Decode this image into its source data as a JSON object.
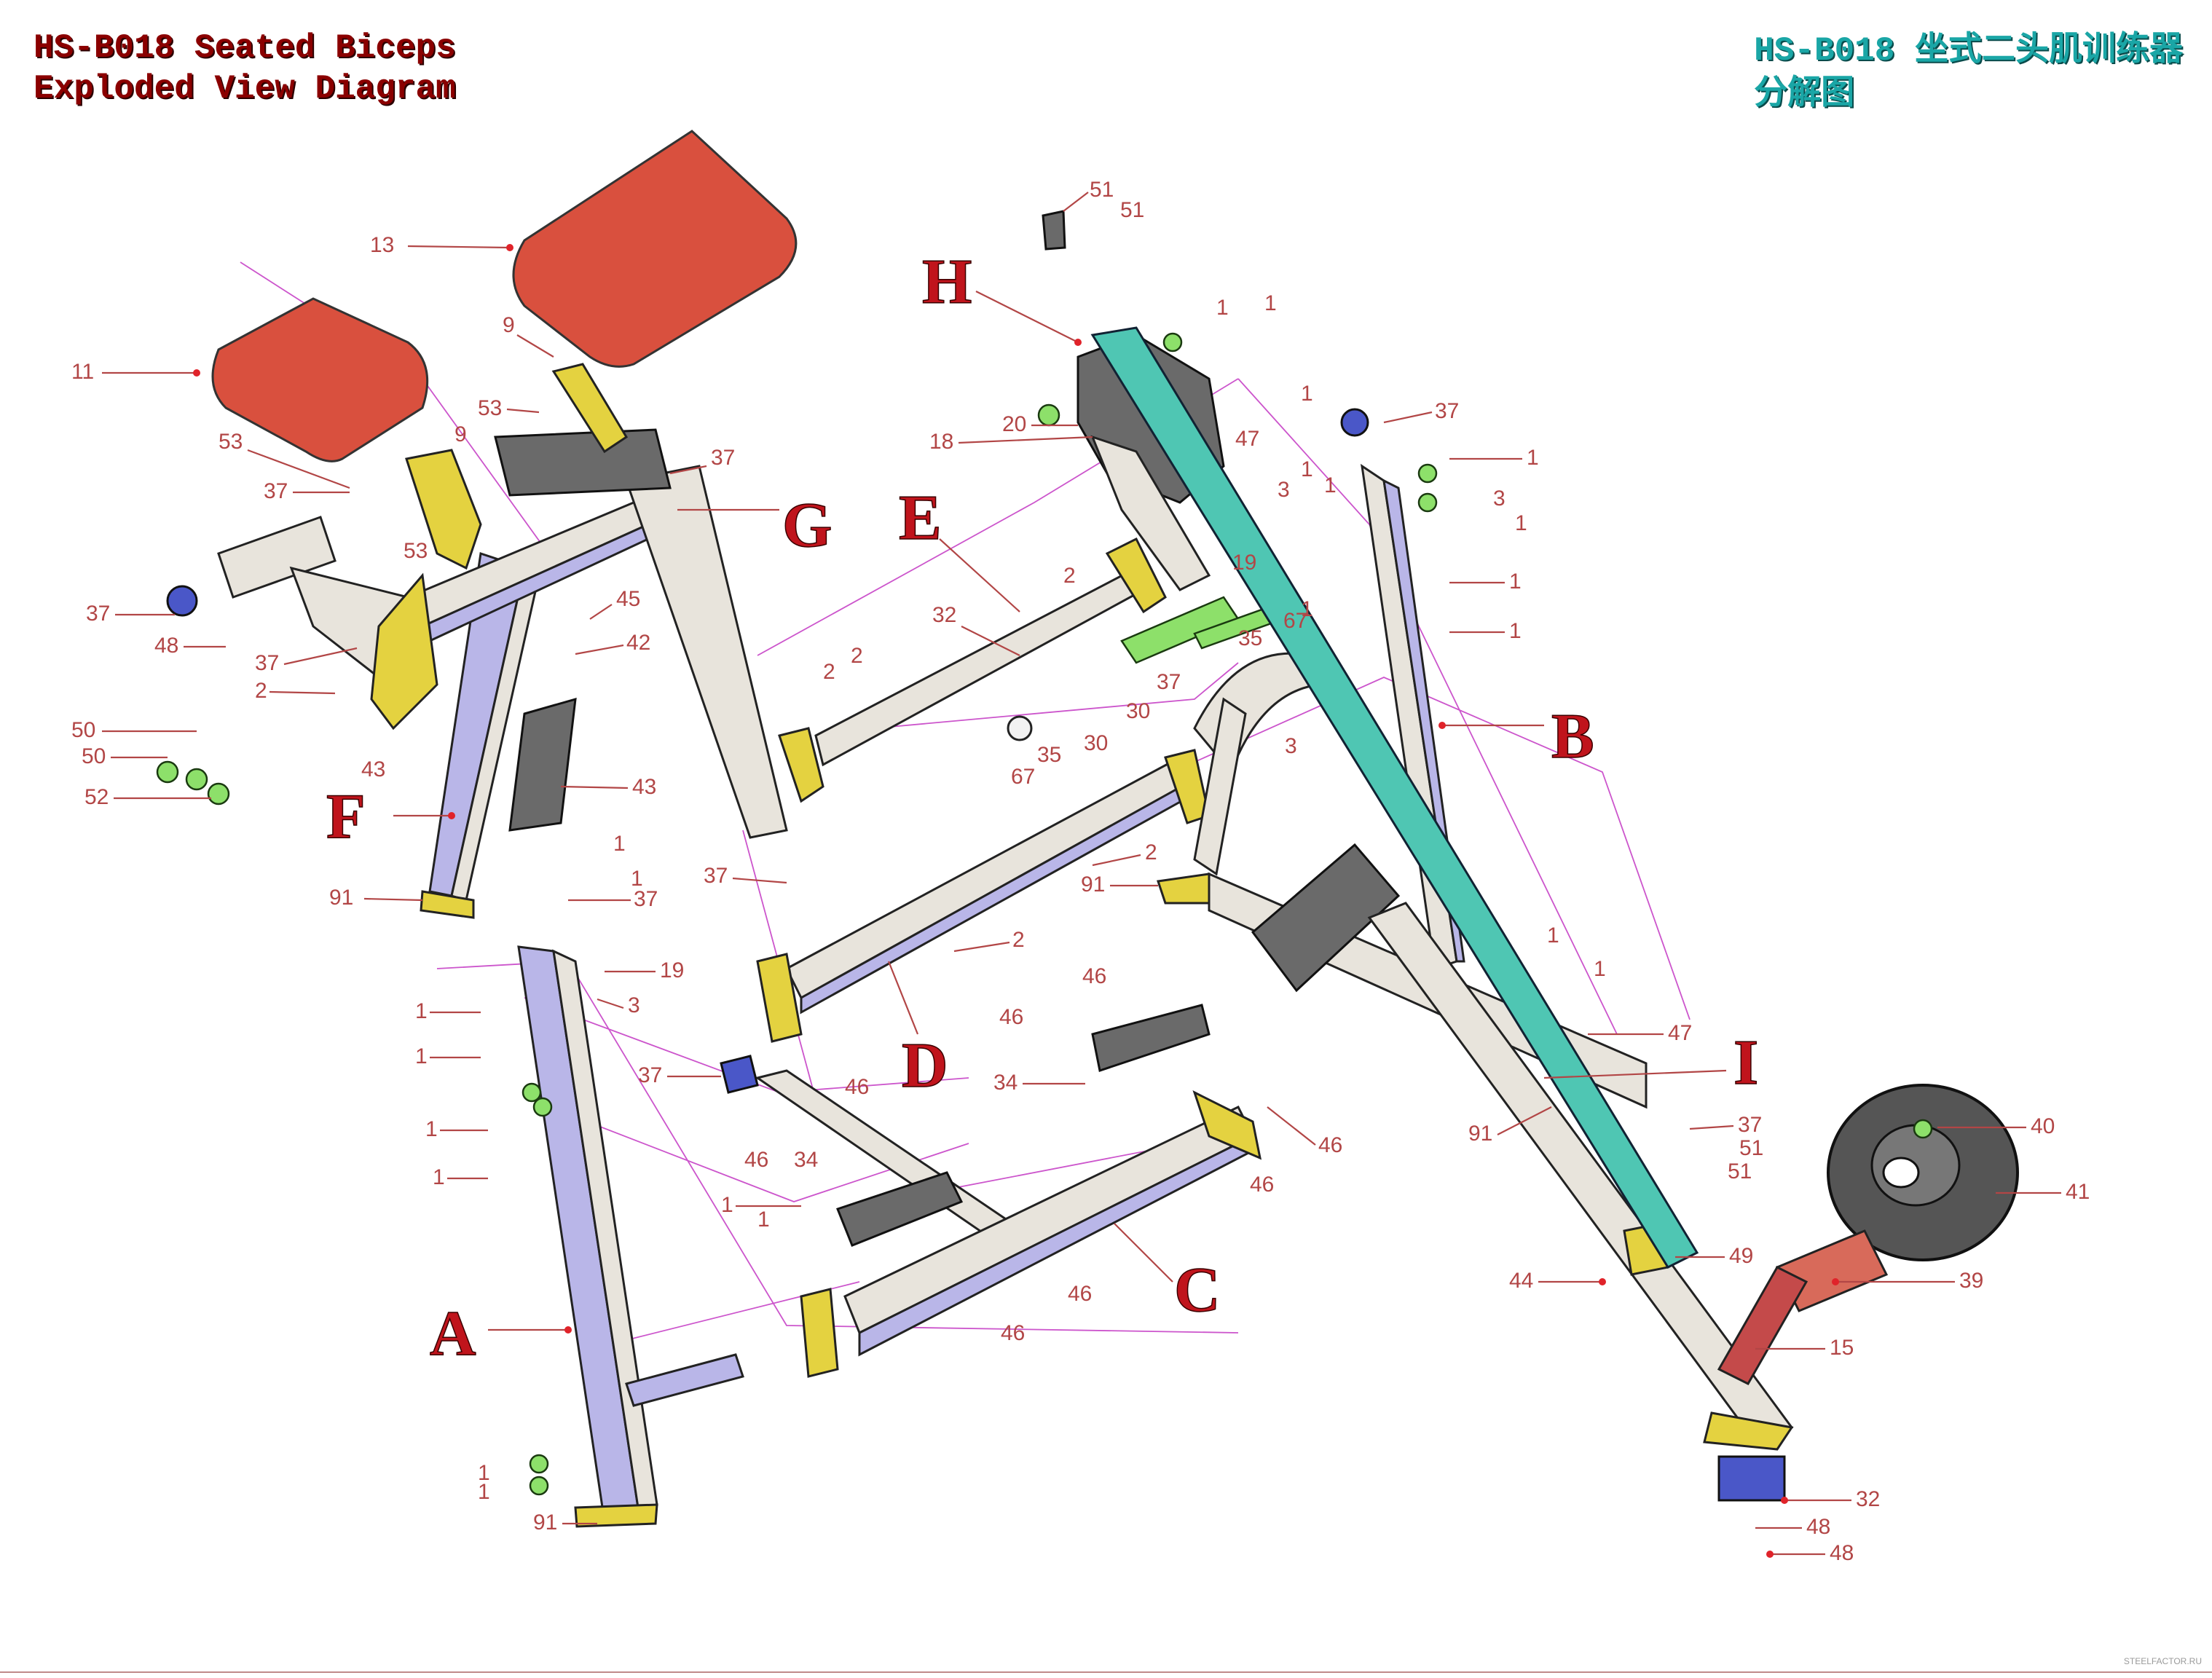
{
  "title": {
    "en_line1": "HS-B018 Seated Biceps",
    "en_line2": "Exploded View Diagram",
    "cn_line1": "HS-B018 坐式二头肌训练器",
    "cn_line2": "分解图"
  },
  "watermark": "STEELFACTOR.RU",
  "assemblies": {
    "A": "A",
    "B": "B",
    "C": "C",
    "D": "D",
    "E": "E",
    "F": "F",
    "G": "G",
    "H": "H",
    "I": "I"
  },
  "part_labels": {
    "p1": "1",
    "p2": "2",
    "p3": "3",
    "p9": "9",
    "p11": "11",
    "p13": "13",
    "p15": "15",
    "p18": "18",
    "p19": "19",
    "p20": "20",
    "p30": "30",
    "p32": "32",
    "p34": "34",
    "p35": "35",
    "p37": "37",
    "p39": "39",
    "p40": "40",
    "p41": "41",
    "p42": "42",
    "p43": "43",
    "p44": "44",
    "p45": "45",
    "p46": "46",
    "p47": "47",
    "p48": "48",
    "p49": "49",
    "p50": "50",
    "p51": "51",
    "p52": "52",
    "p53": "53",
    "p67": "67",
    "p91": "91"
  },
  "colors": {
    "title_en": "#8b0000",
    "title_cn": "#1aa6a6",
    "assembly_letters": "#c0141c",
    "part_numbers": "#b24646",
    "pads": "#d9503e",
    "plates": "#e4d240",
    "bolts": "#8de06a",
    "caps": "#4a57c8",
    "belt": "#4fc6b3",
    "guide_lines": "#cc55cc"
  }
}
